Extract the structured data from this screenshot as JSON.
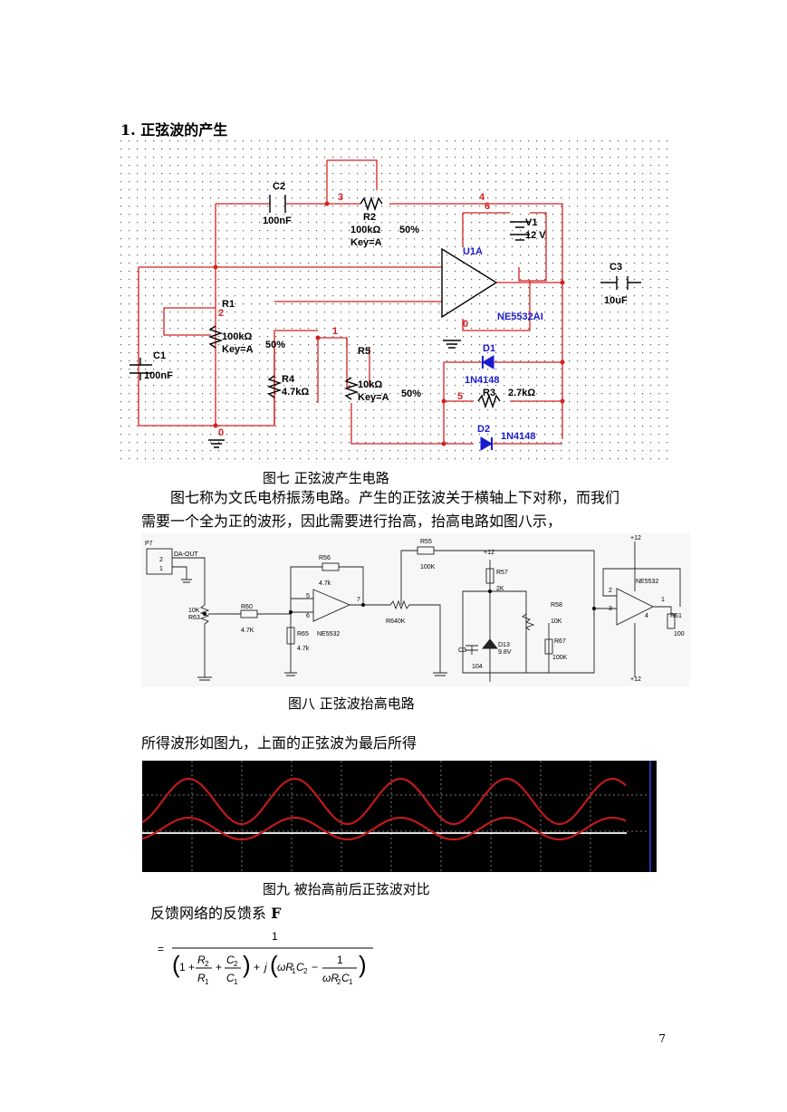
{
  "section": {
    "heading": "1.  正弦波的产生"
  },
  "fig7": {
    "caption": "图七     正弦波产生电路",
    "labels": {
      "c2": "C2",
      "c2v": "100nF",
      "n3": "3",
      "r2": "R2",
      "r2v": "100kΩ",
      "r2p": "50%",
      "r2k": "Key=A",
      "n46": "4",
      "n6": "6",
      "v1": "V1",
      "v1v": "12 V",
      "u1a": "U1A",
      "n0a": "0",
      "ne": "NE5532AI",
      "c3": "C3",
      "c3v": "10uF",
      "r1": "R1",
      "n2": "2",
      "r1v": "100kΩ",
      "r1k": "Key=A",
      "r1p": "50%",
      "c1": "C1",
      "c1v": "100nF",
      "n1": "1",
      "r5": "R5",
      "r5v": "10kΩ",
      "r5k": "Key=A",
      "r5p": "50%",
      "r4": "R4",
      "r4v": "4.7kΩ",
      "d1": "D1",
      "d1v": "1N4148",
      "n5": "5",
      "r3": "R3",
      "r3v": "2.7kΩ",
      "d2": "D2",
      "d2v": "1N4148",
      "n0b": "0"
    }
  },
  "text1": {
    "line1": "图七称为文氏电桥振荡电路。产生的正弦波关于横轴上下对称，而我们",
    "line2": "需要一个全为正的波形，因此需要进行抬高，抬高电路如图八示，"
  },
  "fig8": {
    "caption": "图八  正弦波抬高电路",
    "labels": {
      "p7": "P7",
      "daout": "DA-OUT",
      "p2": "2",
      "p1": "1",
      "r63a": "10K",
      "r63b": "R63",
      "r60": "R60",
      "r60v": "4.7K",
      "r56": "R56",
      "r56v": "4.7k",
      "pin5": "5",
      "pin6": "6",
      "pin7": "7",
      "r65": "R65",
      "r65v": "4.7k",
      "ne1": "NE5532",
      "r640": "R640K",
      "r55": "R55",
      "r55v": "100K",
      "p12a": "+12",
      "r57": "R57",
      "r57v": "2K",
      "c3": "C3",
      "c3v": "104",
      "d13": "D13",
      "d13v": "9.8V",
      "r58": "R58",
      "r58v": "10K",
      "r67": "R67",
      "r67v": "100K",
      "p12b": "+12",
      "ne2": "NE5532",
      "q2": "2",
      "q3": "3",
      "q1": "1",
      "q4": "4",
      "r61": "R61",
      "r61v": "100",
      "p12c": "+12"
    }
  },
  "text2": {
    "line": "所得波形如图九，上面的正弦波为最后所得"
  },
  "fig9": {
    "caption": "图九   被抬高前后正弦波对比",
    "wave_color": "#c01a1a",
    "bg": "#000000"
  },
  "formula": {
    "intro": "反馈网络的反馈系 ",
    "symbol": "F",
    "eq": "=",
    "num": "1",
    "one": "1 +",
    "R2": "R",
    "R2s": "2",
    "R1": "R",
    "R1s": "1",
    "C2": "C",
    "C2s": "2",
    "C1": "C",
    "C1s": "1",
    "plus": "+",
    "j": "j",
    "omega1": "ωR",
    "omega1s": "1",
    "omega1c": "C",
    "omega1cs": "2",
    "minus": "−",
    "f1": "1",
    "omega2": "ωR",
    "omega2s": "2",
    "omega2c": "C",
    "omega2cs": "1"
  },
  "page": {
    "number": "7"
  }
}
